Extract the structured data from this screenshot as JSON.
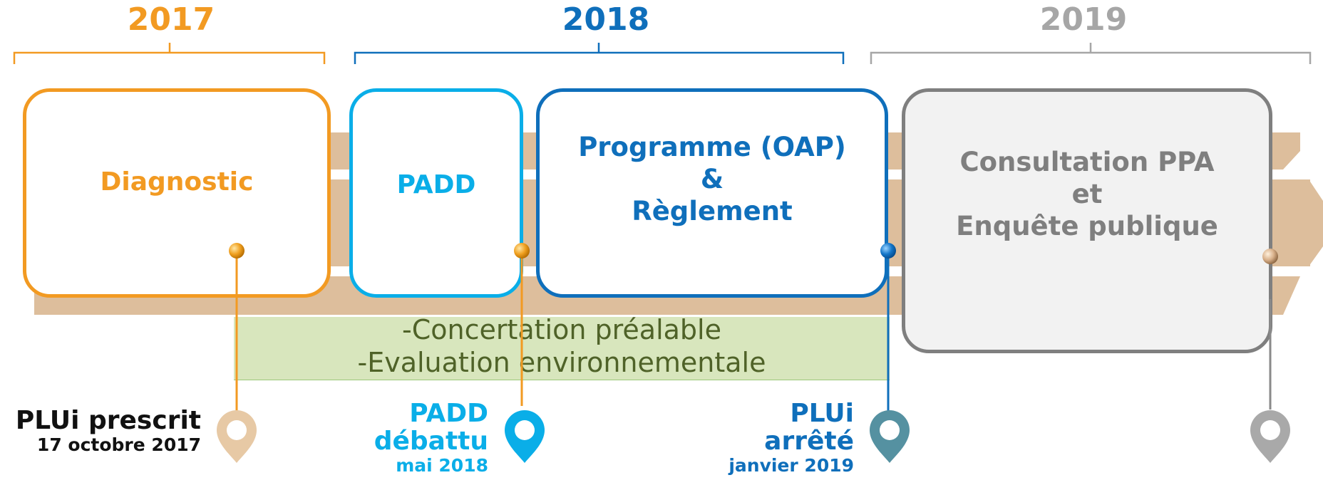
{
  "years": {
    "y2017": "2017",
    "y2018": "2018",
    "y2019": "2019"
  },
  "phases": {
    "diagnostic": "Diagnostic",
    "padd": "PADD",
    "programme": [
      "Programme (OAP)",
      "&",
      "Règlement"
    ],
    "consultation": [
      "Consultation PPA",
      "et",
      "Enquête publique"
    ]
  },
  "green_band": [
    "-Concertation préalable",
    "-Evaluation environnementale"
  ],
  "milestones": {
    "prescrit": {
      "title": "PLUi prescrit",
      "date": "17 octobre 2017"
    },
    "padd": {
      "title1": "PADD",
      "title2": "débattu",
      "date": "mai 2018"
    },
    "arrete": {
      "title1": "PLUi",
      "title2": "arrêté",
      "date": "janvier 2019"
    }
  },
  "colors": {
    "orange": "#f29a22",
    "light_blue": "#0aaee8",
    "dark_blue": "#0f6fbb",
    "gray": "#8a8a8a",
    "tan": "#ddbe9c",
    "teal": "#5591a1"
  },
  "icons": [
    "map-pin-icon",
    "map-pin-icon",
    "map-pin-icon",
    "map-pin-icon"
  ]
}
